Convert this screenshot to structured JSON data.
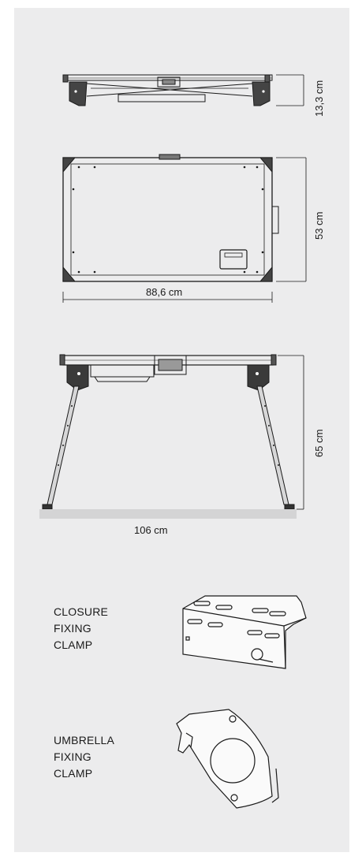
{
  "dimensions": {
    "folded_height": "13,3 cm",
    "depth": "53 cm",
    "width_folded": "88,6 cm",
    "height": "65 cm",
    "width_open": "106 cm"
  },
  "parts": [
    {
      "lines": [
        "CLOSURE",
        "FIXING",
        "CLAMP"
      ]
    },
    {
      "lines": [
        "UMBRELLA",
        "FIXING",
        "CLAMP"
      ]
    }
  ],
  "colors": {
    "background": "#ececed",
    "line": "#1a1a1a"
  }
}
